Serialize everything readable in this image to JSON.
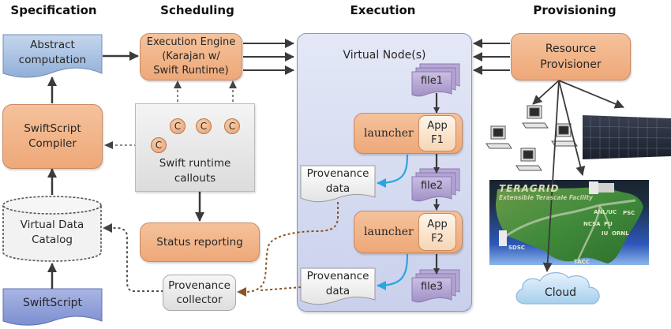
{
  "columns": {
    "specification": "Specification",
    "scheduling": "Scheduling",
    "execution": "Execution",
    "provisioning": "Provisioning"
  },
  "specification": {
    "abstract_computation": [
      "Abstract",
      "computation"
    ],
    "compiler": [
      "SwiftScript",
      "Compiler"
    ],
    "catalog": [
      "Virtual Data",
      "Catalog"
    ],
    "swiftscript": "SwiftScript"
  },
  "scheduling": {
    "engine": [
      "Execution Engine",
      "(Karajan w/",
      "Swift Runtime)"
    ],
    "callouts_label": [
      "Swift runtime",
      "callouts"
    ],
    "callout_symbol": "C",
    "status_reporting": "Status reporting",
    "provenance_collector": [
      "Provenance",
      "collector"
    ]
  },
  "execution": {
    "virtual_node_title": "Virtual Node(s)",
    "files": [
      "file1",
      "file2",
      "file3"
    ],
    "launchers": [
      {
        "label": "launcher",
        "app": [
          "App",
          "F1"
        ]
      },
      {
        "label": "launcher",
        "app": [
          "App",
          "F2"
        ]
      }
    ],
    "provenance_data": [
      [
        "Provenance",
        "data"
      ],
      [
        "Provenance",
        "data"
      ]
    ]
  },
  "provisioning": {
    "resource_provisioner": [
      "Resource",
      "Provisioner"
    ],
    "teragrid_title": "TERAGRID",
    "teragrid_subtitle": "Extensible Terascale Facility",
    "teragrid_sites": [
      "ANL/UC",
      "PSC",
      "NCSA",
      "PU",
      "IU",
      "ORNL",
      "SDSC",
      "TACC"
    ],
    "cloud": "Cloud",
    "icons": [
      "workstation-cluster",
      "supercomputer-rack",
      "teragrid-map",
      "cloud"
    ]
  },
  "colors": {
    "process_orange": "#eea878",
    "document_blue": "#9dbbdc",
    "swiftscript_blue": "#8a9bd6",
    "file_purple": "#a896c9",
    "virtual_node_bg": "#d3d9f0",
    "provenance_arrow_brown": "#8a5524",
    "launcher_arrow_blue": "#2aa6df"
  }
}
